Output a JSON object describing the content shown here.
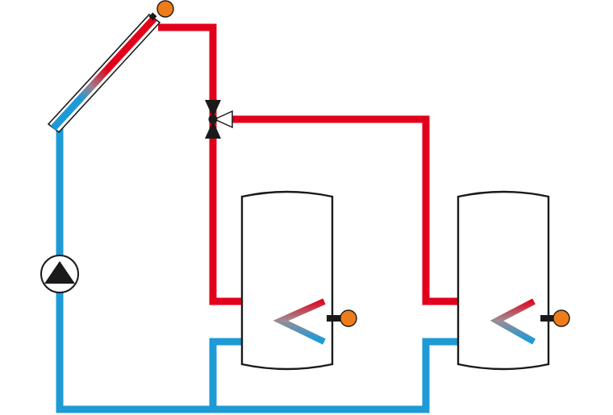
{
  "diagram": {
    "kind": "solar-thermal-two-tank-circuit",
    "colors": {
      "hot": "#E2001A",
      "cold": "#1E9AD6",
      "sensor": "#EF7C1A",
      "outline": "#1a1a1a",
      "background": "#ffffff"
    },
    "components": [
      {
        "id": "solar-collector",
        "icon": "solar-collector-icon"
      },
      {
        "id": "collector-sensor",
        "icon": "temperature-sensor-icon"
      },
      {
        "id": "three-way-valve",
        "icon": "three-way-valve-icon"
      },
      {
        "id": "circulation-pump",
        "icon": "pump-icon"
      },
      {
        "id": "storage-tank-1",
        "icon": "storage-tank-icon"
      },
      {
        "id": "tank-1-sensor",
        "icon": "temperature-sensor-icon"
      },
      {
        "id": "storage-tank-2",
        "icon": "storage-tank-icon"
      },
      {
        "id": "tank-2-sensor",
        "icon": "temperature-sensor-icon"
      }
    ]
  }
}
